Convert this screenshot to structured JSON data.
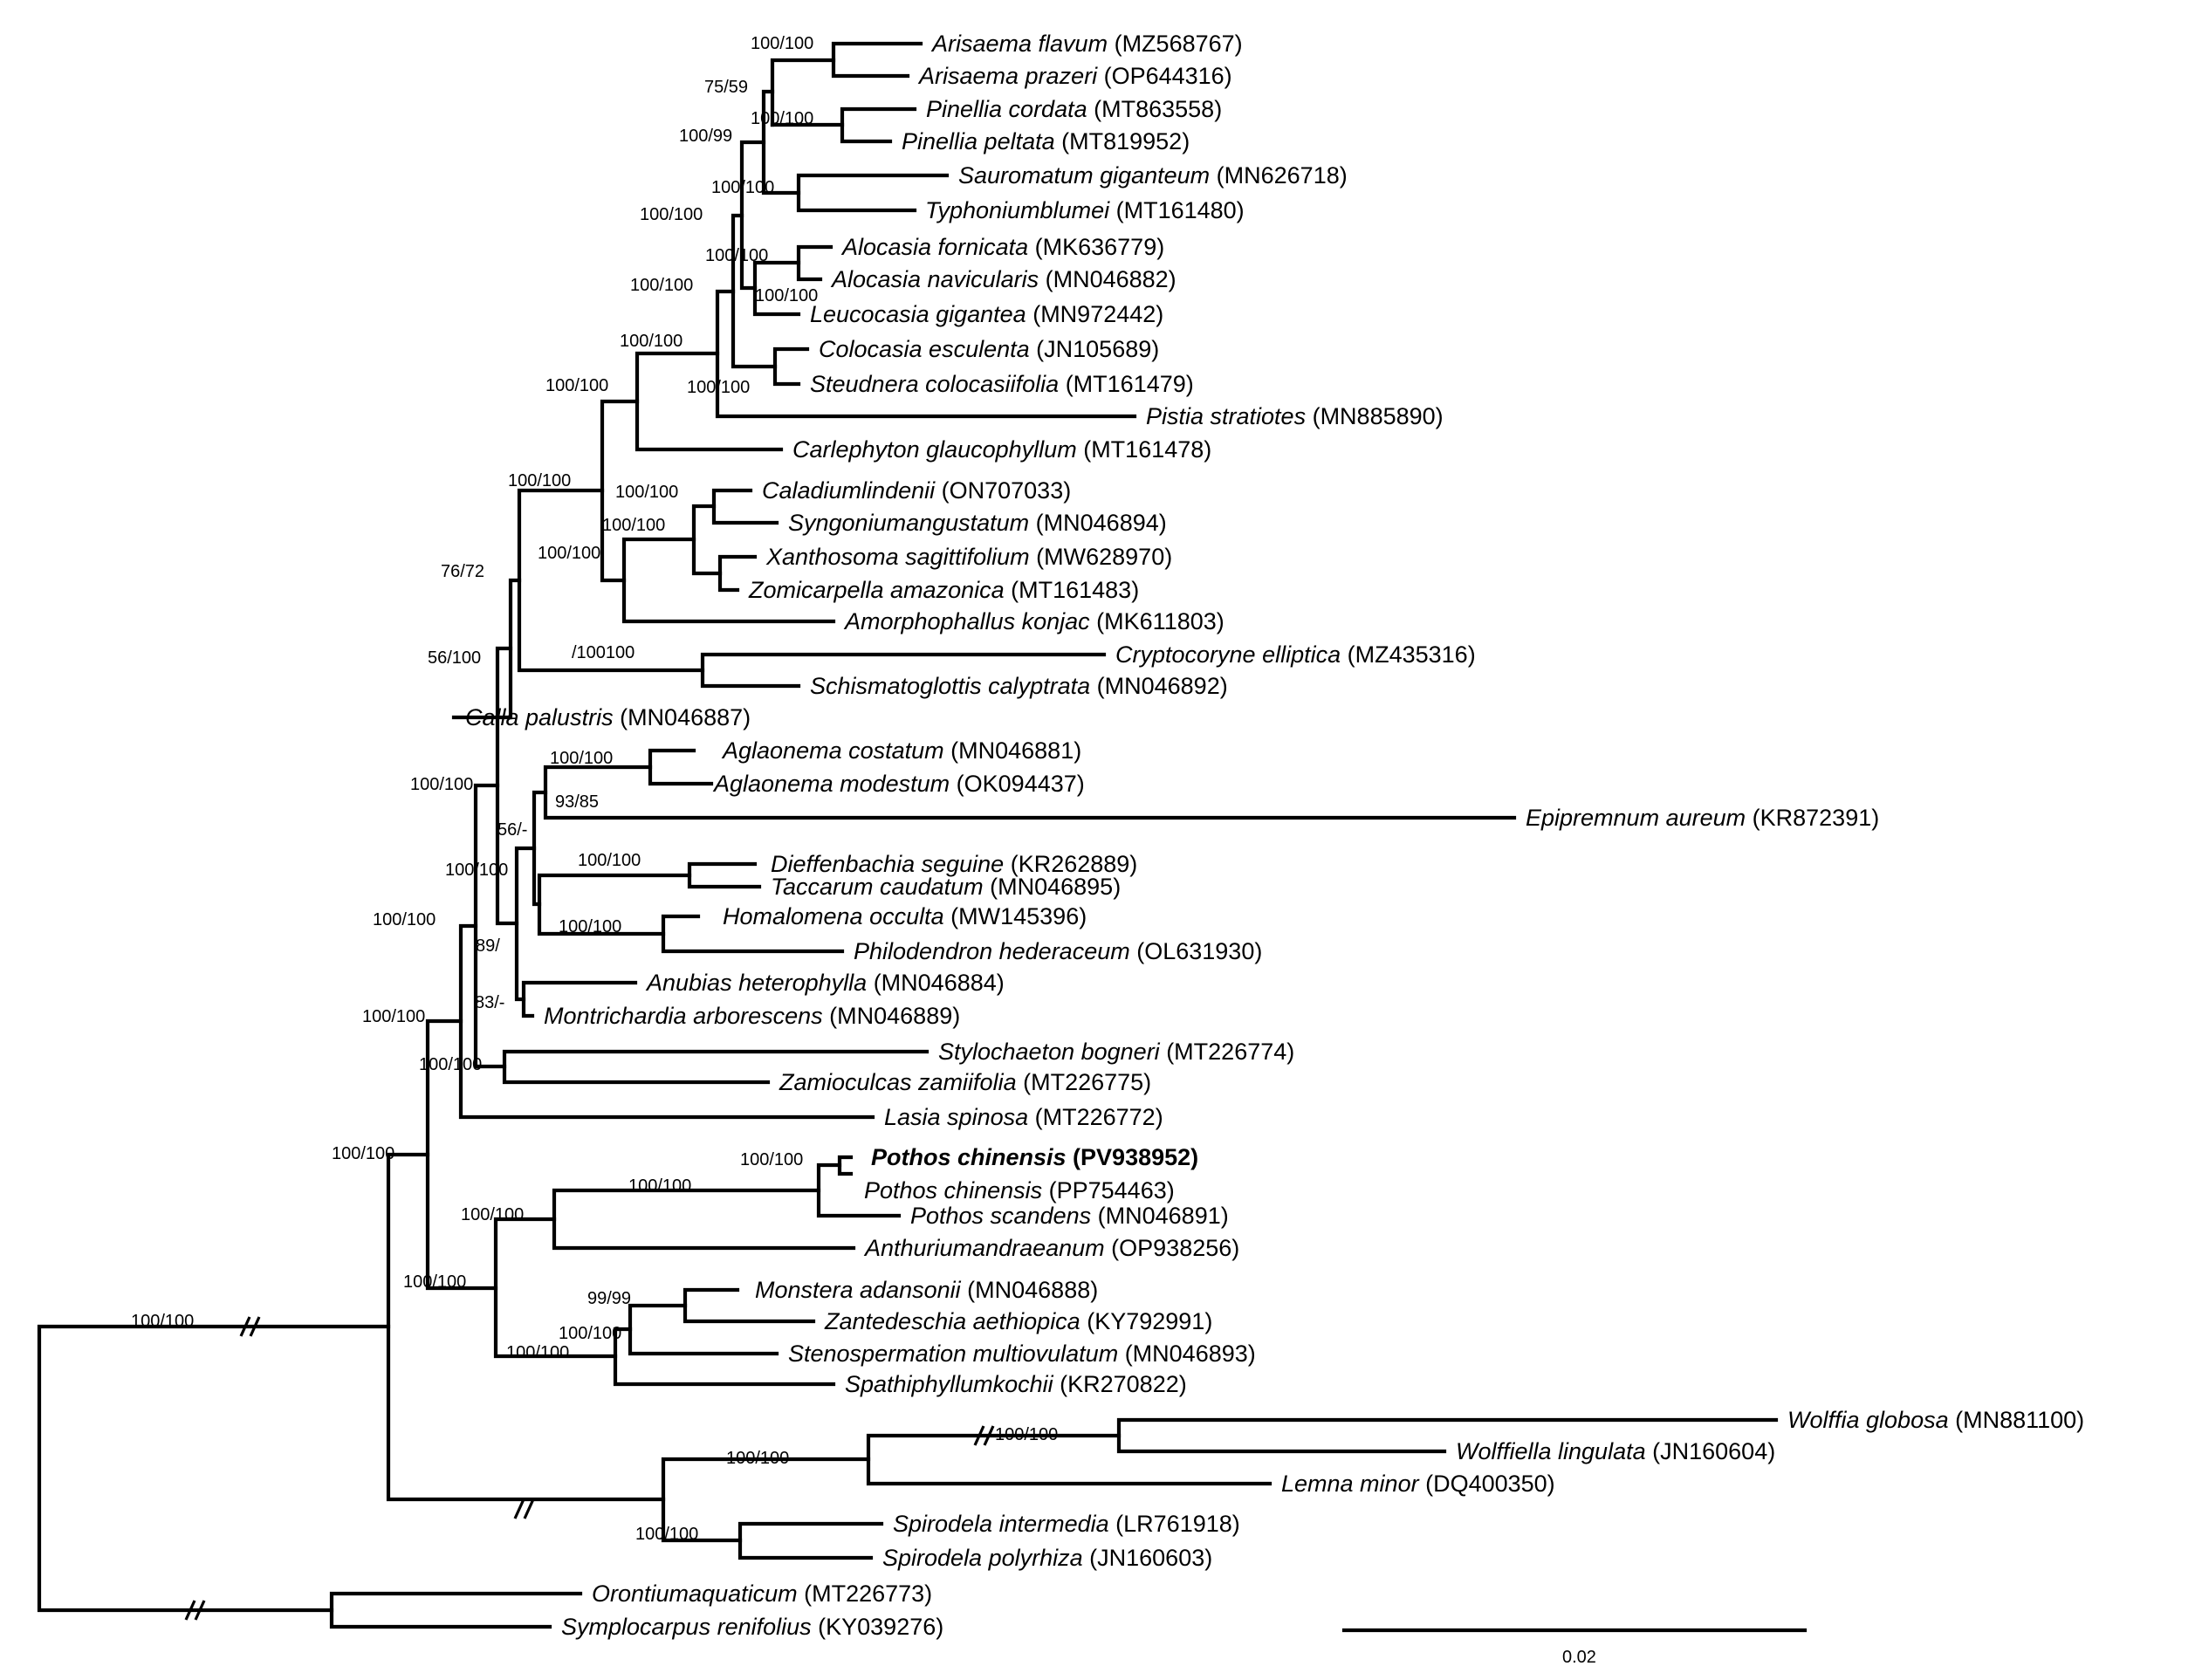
{
  "taxa": [
    {
      "id": "arisaema-flavum",
      "genus_species": "Arisaema flavum",
      "accession": "(MZ568767)"
    },
    {
      "id": "arisaema-prazeri",
      "genus_species": "Arisaema prazeri",
      "accession": "(OP644316)"
    },
    {
      "id": "pinellia-cordata",
      "genus_species": "Pinellia cordata",
      "accession": "(MT863558)"
    },
    {
      "id": "pinellia-peltata",
      "genus_species": "Pinellia peltata",
      "accession": "(MT819952)"
    },
    {
      "id": "sauromatum-giganteum",
      "genus_species": "Sauromatum giganteum",
      "accession": "(MN626718)"
    },
    {
      "id": "typhonium-blumei",
      "genus_species": "Typhoniumblumei",
      "accession": "(MT161480)"
    },
    {
      "id": "alocasia-fornicata",
      "genus_species": "Alocasia fornicata",
      "accession": "(MK636779)"
    },
    {
      "id": "alocasia-navicularis",
      "genus_species": "Alocasia navicularis",
      "accession": "(MN046882)"
    },
    {
      "id": "leucocasia-gigantea",
      "genus_species": "Leucocasia gigantea",
      "accession": "(MN972442)"
    },
    {
      "id": "colocasia-esculenta",
      "genus_species": "Colocasia esculenta",
      "accession": "(JN105689)"
    },
    {
      "id": "steudnera-colocasiifolia",
      "genus_species": "Steudnera colocasiifolia",
      "accession": "(MT161479)"
    },
    {
      "id": "pistia-stratiotes",
      "genus_species": "Pistia stratiotes",
      "accession": "(MN885890)"
    },
    {
      "id": "carlephyton-glaucophyllum",
      "genus_species": "Carlephyton glaucophyllum",
      "accession": "(MT161478)"
    },
    {
      "id": "caladium-lindenii",
      "genus_species": "Caladiumlindenii",
      "accession": "(ON707033)"
    },
    {
      "id": "syngonium-angustatum",
      "genus_species": "Syngoniumangustatum",
      "accession": "(MN046894)"
    },
    {
      "id": "xanthosoma-sagittifolium",
      "genus_species": "Xanthosoma sagittifolium",
      "accession": "(MW628970)"
    },
    {
      "id": "zomicarpella-amazonica",
      "genus_species": "Zomicarpella amazonica",
      "accession": "(MT161483)"
    },
    {
      "id": "amorphophallus-konjac",
      "genus_species": "Amorphophallus konjac",
      "accession": "(MK611803)"
    },
    {
      "id": "cryptocoryne-elliptica",
      "genus_species": "Cryptocoryne elliptica",
      "accession": "(MZ435316)"
    },
    {
      "id": "schismatoglottis-calyptrata",
      "genus_species": "Schismatoglottis calyptrata",
      "accession": "(MN046892)"
    },
    {
      "id": "calla-palustris",
      "genus_species": "Calla palustris",
      "accession": "(MN046887)"
    },
    {
      "id": "aglaonema-costatum",
      "genus_species": "Aglaonema costatum",
      "accession": "(MN046881)"
    },
    {
      "id": "aglaonema-modestum",
      "genus_species": "Aglaonema modestum",
      "accession": "(OK094437)"
    },
    {
      "id": "epipremnum-aureum",
      "genus_species": "Epipremnum aureum",
      "accession": "(KR872391)"
    },
    {
      "id": "dieffenbachia-seguine",
      "genus_species": "Dieffenbachia seguine",
      "accession": "(KR262889)"
    },
    {
      "id": "taccarum-caudatum",
      "genus_species": "Taccarum caudatum",
      "accession": "(MN046895)"
    },
    {
      "id": "homalomena-occulta",
      "genus_species": "Homalomena occulta",
      "accession": "(MW145396)"
    },
    {
      "id": "philodendron-hederaceum",
      "genus_species": "Philodendron hederaceum",
      "accession": "(OL631930)"
    },
    {
      "id": "anubias-heterophylla",
      "genus_species": "Anubias heterophylla",
      "accession": "(MN046884)"
    },
    {
      "id": "montrichardia-arborescens",
      "genus_species": "Montrichardia arborescens",
      "accession": "(MN046889)"
    },
    {
      "id": "stylochaeton-bogneri",
      "genus_species": "Stylochaeton bogneri",
      "accession": "(MT226774)"
    },
    {
      "id": "zamioculcas-zamiifolia",
      "genus_species": "Zamioculcas zamiifolia",
      "accession": "(MT226775)"
    },
    {
      "id": "lasia-spinosa",
      "genus_species": "Lasia spinosa",
      "accession": "(MT226772)"
    },
    {
      "id": "pothos-chinensis-new",
      "genus_species": "Pothos chinensis",
      "accession": "(PV938952)",
      "bold": true
    },
    {
      "id": "pothos-chinensis",
      "genus_species": "Pothos chinensis",
      "accession": "(PP754463)"
    },
    {
      "id": "pothos-scandens",
      "genus_species": "Pothos scandens",
      "accession": "(MN046891)"
    },
    {
      "id": "anthurium-andraeanum",
      "genus_species": "Anthuriumandraeanum",
      "accession": "(OP938256)"
    },
    {
      "id": "monstera-adansonii",
      "genus_species": "Monstera adansonii",
      "accession": "(MN046888)"
    },
    {
      "id": "zantedeschia-aethiopica",
      "genus_species": "Zantedeschia aethiopica",
      "accession": "(KY792991)"
    },
    {
      "id": "stenospermation-multiovulatum",
      "genus_species": "Stenospermation multiovulatum",
      "accession": "(MN046893)"
    },
    {
      "id": "spathiphyllum-kochii",
      "genus_species": "Spathiphyllumkochii",
      "accession": "(KR270822)"
    },
    {
      "id": "wolffia-globosa",
      "genus_species": "Wolffia globosa",
      "accession": "(MN881100)"
    },
    {
      "id": "wolffiella-lingulata",
      "genus_species": "Wolffiella lingulata",
      "accession": "(JN160604)"
    },
    {
      "id": "lemna-minor",
      "genus_species": "Lemna minor",
      "accession": "(DQ400350)"
    },
    {
      "id": "spirodela-intermedia",
      "genus_species": "Spirodela intermedia",
      "accession": "(LR761918)"
    },
    {
      "id": "spirodela-polyrhiza",
      "genus_species": "Spirodela polyrhiza",
      "accession": "(JN160603)"
    },
    {
      "id": "orontium-aquaticum",
      "genus_species": "Orontiumaquaticum",
      "accession": "(MT226773)"
    },
    {
      "id": "symplocarpus-renifolius",
      "genus_species": "Symplocarpus renifolius",
      "accession": "(KY039276)"
    }
  ],
  "support_values": [
    "100/100",
    "75/59",
    "100/100",
    "100/99",
    "100/100",
    "100/100",
    "100/100",
    "100/100",
    "100/100",
    "100/100",
    "100/100",
    "100/100",
    "100/100",
    "100/100",
    "100/100",
    "100/100",
    "76/72",
    "/100100",
    "56/100",
    "100/100",
    "100/100",
    "93/85",
    "56/-",
    "100/100",
    "100/100",
    "100/100",
    "89/",
    "83/-",
    "100/100",
    "100/100",
    "100/100",
    "100/100",
    "100/100",
    "100/100",
    "100/100",
    "100/100",
    "99/99",
    "100/100",
    "100/100",
    "100/100",
    "100/100",
    "100/100",
    "100/100"
  ],
  "scale_bar": {
    "label": "0.02"
  }
}
